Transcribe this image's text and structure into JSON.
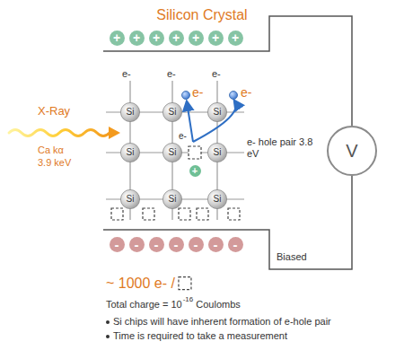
{
  "diagram": {
    "title": "Silicon Crystal",
    "nodes": [
      {
        "text": [
          "+"
        ]
      },
      {
        "text": [
          "+"
        ]
      },
      {
        "text": [
          "+"
        ]
      },
      {
        "text": [
          "+"
        ]
      },
      {
        "text": [
          "+"
        ]
      },
      {
        "text": [
          "+"
        ]
      },
      {
        "text": [
          "+"
        ]
      },
      {
        "text": [
          "Si"
        ]
      },
      {
        "text": [
          "Si"
        ]
      },
      {
        "text": [
          "Si"
        ]
      },
      {
        "text": [
          "Si"
        ]
      },
      {
        "text": [
          "Si"
        ]
      },
      {
        "text": [
          "Si"
        ]
      },
      {
        "text": [
          "V"
        ]
      },
      {
        "text": [
          "+"
        ]
      },
      {
        "text": [
          "Si"
        ]
      },
      {
        "text": [
          "Si"
        ]
      },
      {
        "text": [
          "Si"
        ]
      },
      {
        "text": [
          "-"
        ]
      },
      {
        "text": [
          "-"
        ]
      },
      {
        "text": [
          "-"
        ]
      },
      {
        "text": [
          "-"
        ]
      },
      {
        "text": [
          "-"
        ]
      },
      {
        "text": [
          "-"
        ]
      },
      {
        "text": [
          "-"
        ]
      }
    ],
    "labels": [
      "e-",
      "e-",
      "e-",
      "e-",
      "e-",
      "X-Ray",
      "e-",
      "e- hole pair 3.8 eV",
      "Ca kα",
      "3.9 keV",
      "Biased",
      "~ 1000 e- /",
      "Total charge = 10",
      "-16",
      "Coulombs",
      "Si chips will have inherent formation of e-hole pair",
      "Time is required to take a measurement"
    ]
  }
}
